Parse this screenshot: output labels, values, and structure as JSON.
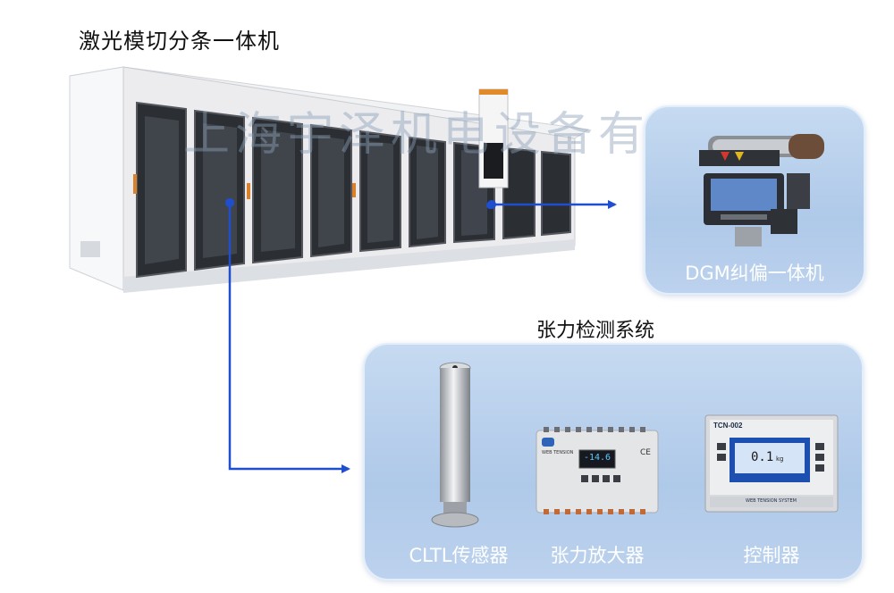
{
  "title": "激光模切分条一体机",
  "watermark": "上海宇泽机电设备有限公司",
  "dgm": {
    "caption": "DGM纠偏一体机"
  },
  "tension_system": {
    "title": "张力检测系统",
    "items": [
      {
        "label": "CLTL传感器"
      },
      {
        "label": "张力放大器",
        "display": "-14.6",
        "brand": "WEB TENSION",
        "mark": "CE"
      },
      {
        "label": "控制器",
        "model": "TCN-002",
        "display": "0.1",
        "unit": "kg",
        "brand": "WEB TENSION SYSTEM"
      }
    ]
  },
  "colors": {
    "arrow": "#1f4fcf",
    "panel": "#b7cfec",
    "caption": "#ffffff"
  }
}
